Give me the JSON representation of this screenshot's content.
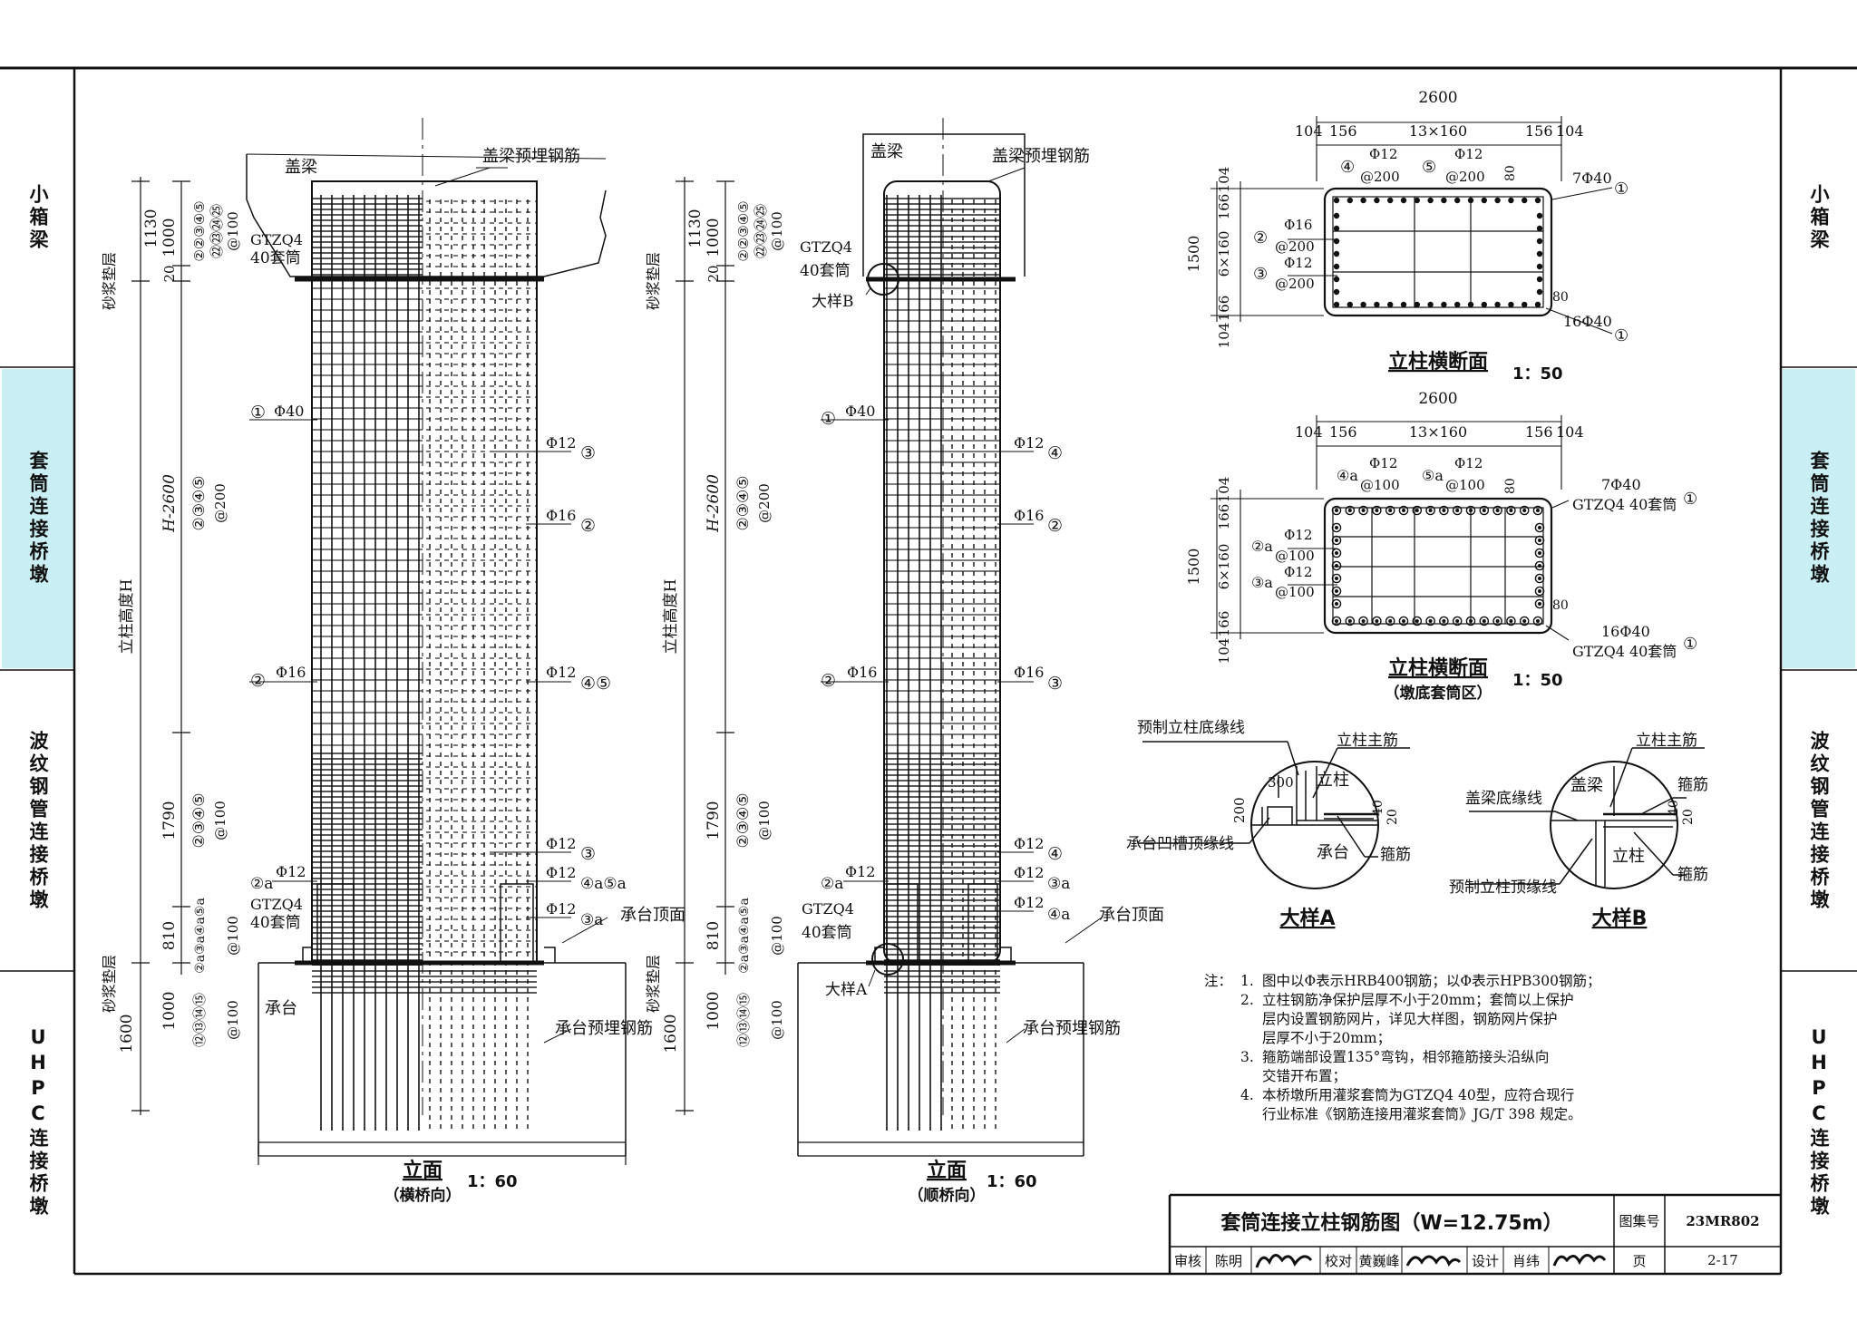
{
  "side_tabs": [
    {
      "label": "小箱梁",
      "active": false
    },
    {
      "label": "套筒连接桥墩",
      "active": true
    },
    {
      "label": "波纹钢管连接桥墩",
      "active": false
    },
    {
      "label": "UHPC连接桥墩",
      "active": false
    }
  ],
  "elev_left": {
    "title": "立面",
    "subtitle": "（横桥向）",
    "scale": "1：60",
    "cap": "盖梁",
    "cap_rebar": "盖梁预埋钢筋",
    "gtzq": "GTZQ4",
    "sleeve": "40套筒",
    "mortar": "砂浆垫层",
    "dim_1130": "1130",
    "dim_1000": "1000",
    "dim_20": "20",
    "dim_H2600": "H-2600",
    "height_H": "立柱高度H",
    "dim_1790": "1790",
    "dim_810": "810",
    "dim_1600": "1600",
    "top_circles": "②②③④⑤",
    "top_circles2": "㉒㉓㉔㉕",
    "top_spacing": "@100",
    "mid_circles": "②③④⑤",
    "mid_spacing": "@200",
    "low_circles": "②③④⑤",
    "low_spacing": "@100",
    "sleeve_circles": "②a③a④a⑤a",
    "sleeve_spacing": "@100",
    "base_circles": "⑫⑬⑭⑮",
    "base_spacing": "@100",
    "r1": "①",
    "r1_bar": "Φ40",
    "r2": "②",
    "r2_bar": "Φ16",
    "r3_bar": "Φ12",
    "r3": "③",
    "r2b_bar": "Φ16",
    "r2b": "②",
    "r45_bar": "Φ12",
    "r45": "④⑤",
    "r3b_bar": "Φ12",
    "r3b": "③",
    "r45a_bar": "Φ12",
    "r45a": "④a⑤a",
    "r3a_bar": "Φ12",
    "r3a": "③a",
    "r2a": "②a",
    "r2a_bar": "Φ12",
    "cap_top": "承台顶面",
    "pile_cap": "承台",
    "pile_rebar": "承台预埋钢筋"
  },
  "elev_right": {
    "title": "立面",
    "subtitle": "（顺桥向）",
    "scale": "1：60",
    "cap": "盖梁",
    "cap_rebar": "盖梁预埋钢筋",
    "detail_b": "大样B",
    "detail_a": "大样A",
    "gtzq": "GTZQ4",
    "sleeve": "40套筒",
    "mortar": "砂浆垫层",
    "dim_1130": "1130",
    "dim_1000": "1000",
    "dim_20": "20",
    "dim_H2600": "H-2600",
    "height_H": "立柱高度H",
    "dim_1790": "1790",
    "dim_810": "810",
    "dim_1600": "1600",
    "r1": "①",
    "r1_bar": "Φ40",
    "r4_bar": "Φ12",
    "r4": "④",
    "r2_bar": "Φ16",
    "r2": "②",
    "r2l": "②",
    "r2l_bar": "Φ16",
    "r3_bar": "Φ16",
    "r3": "③",
    "r4b_bar": "Φ12",
    "r4b": "④",
    "r3a_bar": "Φ12",
    "r3a": "③a",
    "r2a": "②a",
    "r2a_bar": "Φ12",
    "r4a_bar": "Φ12",
    "r4a": "④a",
    "cap_top": "承台顶面",
    "pile_rebar": "承台预埋钢筋"
  },
  "section1": {
    "title": "立柱横断面",
    "scale": "1：50",
    "width": "2600",
    "d104": "104",
    "d156": "156",
    "d13x160": "13×160",
    "height": "1500",
    "d166": "166",
    "d6x160": "6×160",
    "c4": "④",
    "c5": "⑤",
    "b12": "Φ12",
    "s200": "@200",
    "c2": "②",
    "b16": "Φ16",
    "c3": "③",
    "d80": "80",
    "top_main": "7Φ40",
    "bot_main": "16Φ40",
    "c1": "①"
  },
  "section2": {
    "title": "立柱横断面",
    "subtitle": "（墩底套筒区）",
    "scale": "1：50",
    "width": "2600",
    "d104": "104",
    "d156": "156",
    "d13x160": "13×160",
    "height": "1500",
    "d166": "166",
    "d6x160": "6×160",
    "c4a": "④a",
    "c5a": "⑤a",
    "b12": "Φ12",
    "s100": "@100",
    "c2a": "②a",
    "c3a": "③a",
    "d80": "80",
    "top_main": "7Φ40",
    "bot_main": "16Φ40",
    "c1": "①",
    "gtzq_top": "GTZQ4 40套筒",
    "gtzq_bot": "GTZQ4 40套筒"
  },
  "detail_a": {
    "title": "大样A",
    "l1": "预制立柱底缘线",
    "l2": "立柱主筋",
    "l3": "立柱",
    "l4": "承台凹槽顶缘线",
    "l5": "承台",
    "l6": "箍筋",
    "d300": "300",
    "d200": "200",
    "d40": "40",
    "d20": "20"
  },
  "detail_b": {
    "title": "大样B",
    "l1": "立柱主筋",
    "l2": "盖梁",
    "l3": "箍筋",
    "l4": "盖梁底缘线",
    "l5": "立柱",
    "l6": "箍筋",
    "l7": "预制立柱顶缘线",
    "d40": "40",
    "d20": "20"
  },
  "notes": {
    "head": "注：",
    "items": [
      {
        "num": "1.",
        "lines": [
          "图中以Φ表示HRB400钢筋；以Φ表示HPB300钢筋；"
        ]
      },
      {
        "num": "2.",
        "lines": [
          "立柱钢筋净保护层厚不小于20mm；套筒以上保护",
          "层内设置钢筋网片，详见大样图，钢筋网片保护",
          "层厚不小于20mm；"
        ]
      },
      {
        "num": "3.",
        "lines": [
          "箍筋端部设置135°弯钩，相邻箍筋接头沿纵向",
          "交错开布置；"
        ]
      },
      {
        "num": "4.",
        "lines": [
          "本桥墩所用灌浆套筒为GTZQ4 40型，应符合现行",
          "行业标准《钢筋连接用灌浆套筒》JG/T 398 规定。"
        ]
      }
    ]
  },
  "title_block": {
    "title": "套筒连接立柱钢筋图（W=12.75m）",
    "atlas_label": "图集号",
    "atlas_no": "23MR802",
    "review": "审核",
    "reviewer": "陈明",
    "check": "校对",
    "checker": "黄巍峰",
    "design": "设计",
    "designer": "肖纬",
    "page_label": "页",
    "page_no": "2-17"
  }
}
